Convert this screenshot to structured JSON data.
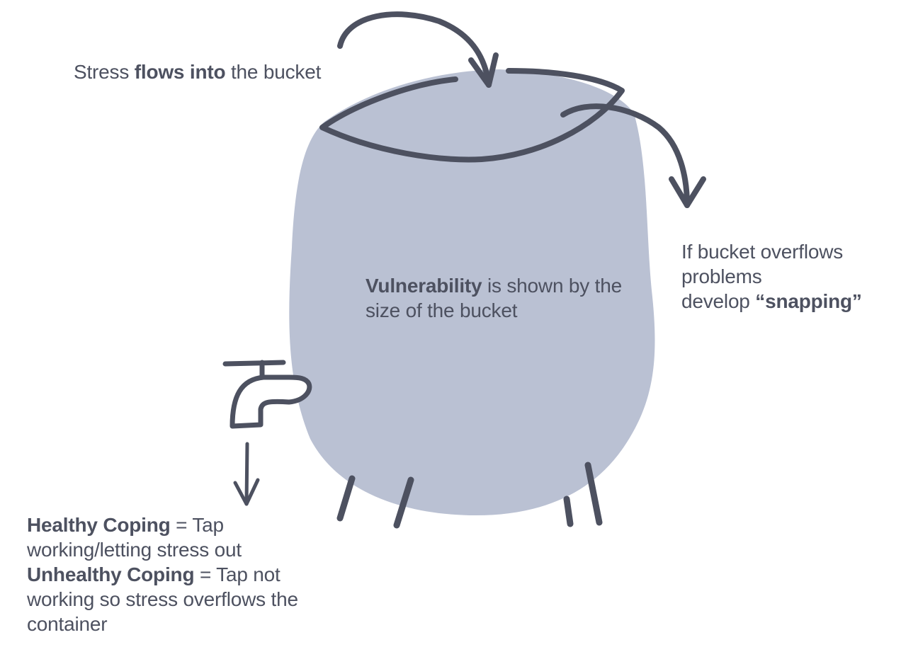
{
  "inflow": {
    "prefix": "Stress ",
    "bold": "flows into",
    "suffix": " the bucket"
  },
  "vulnerability": {
    "bold": "Vulnerability",
    "rest": " is shown by the size of the bucket"
  },
  "overflow": {
    "line1": "If bucket overflows",
    "line2": "problems",
    "line3_prefix": "develop ",
    "line3_bold": "“snapping”"
  },
  "coping": {
    "healthy_bold": "Healthy Coping",
    "healthy_rest": " =  Tap working/letting stress out",
    "unhealthy_bold": "Unhealthy Coping",
    "unhealthy_rest": " = Tap not working so stress overflows the container"
  },
  "colors": {
    "bucket_fill": "#bac1d3",
    "ink": "#4d5160"
  }
}
